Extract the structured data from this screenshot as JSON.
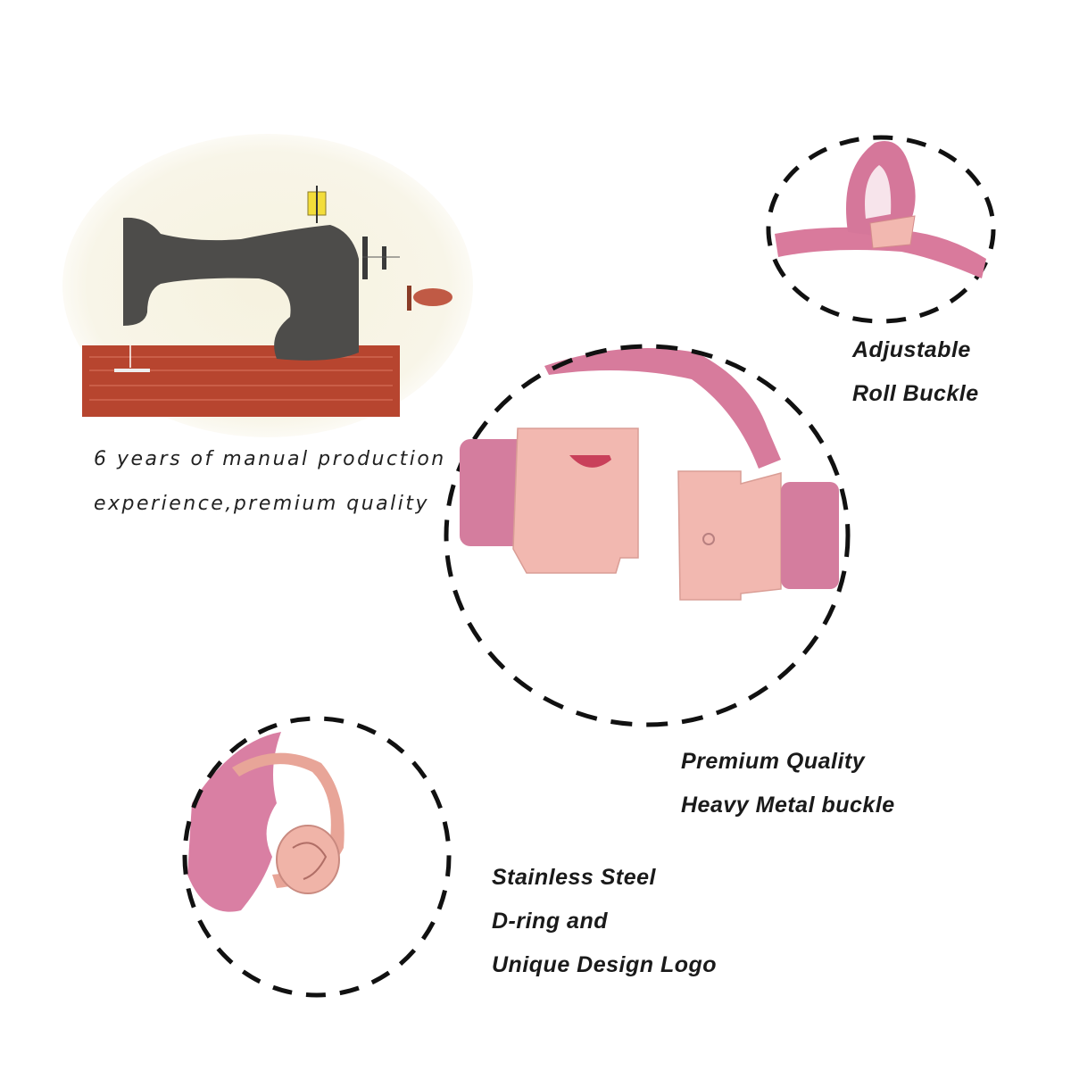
{
  "illustration": {
    "subject": "sewing-machine",
    "caption_lines": [
      "6 years of manual production",
      "experience,premium quality"
    ]
  },
  "features": [
    {
      "id": "roll-buckle",
      "lines": [
        "Adjustable",
        "Roll Buckle"
      ]
    },
    {
      "id": "metal-buckle",
      "lines": [
        "Premium Quality",
        "Heavy Metal buckle"
      ]
    },
    {
      "id": "d-ring",
      "lines": [
        "Stainless Steel",
        "D-ring and",
        "Unique Design Logo"
      ]
    }
  ],
  "colors": {
    "fabric_pink": "#d97a9c",
    "metal_rose_gold": "#f2b8b0",
    "machine_body": "#4d4c4a",
    "wood_table": "#b7452f",
    "spool_yellow": "#f3dd3a",
    "dash": "#111111"
  }
}
